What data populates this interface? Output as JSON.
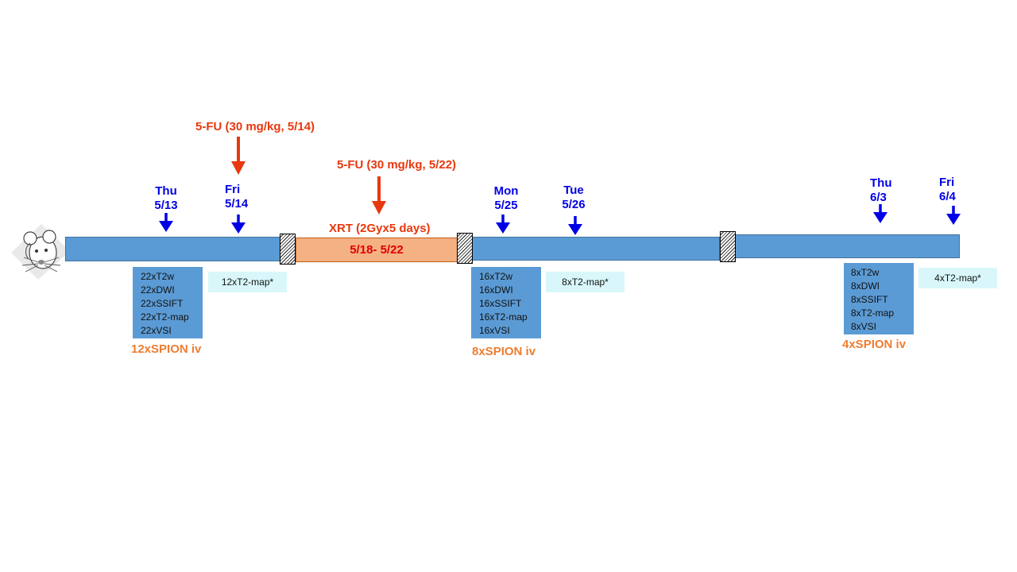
{
  "colors": {
    "timeline_blue": "#5b9bd5",
    "xrt_fill": "#f4b183",
    "day_arrow_blue": "#0000e6",
    "drug_red": "#e8380d",
    "spion_orange": "#ed7d31",
    "t2_box": "#d9f7fb"
  },
  "icons": {
    "start": "mouse-icon"
  },
  "drugs": {
    "first": "5-FU (30 mg/kg, 5/14)",
    "second": "5-FU (30 mg/kg, 5/22)"
  },
  "xrt": {
    "title": "XRT (2Gyx5 days)",
    "dates": "5/18- 5/22"
  },
  "days": {
    "d1": {
      "day": "Thu",
      "date": "5/13"
    },
    "d2": {
      "day": "Fri",
      "date": "5/14"
    },
    "d3": {
      "day": "Mon",
      "date": "5/25"
    },
    "d4": {
      "day": "Tue",
      "date": "5/26"
    },
    "d5": {
      "day": "Thu",
      "date": "6/3"
    },
    "d6": {
      "day": "Fri",
      "date": "6/4"
    }
  },
  "protocols": {
    "p1": [
      "22xT2w",
      "22xDWI",
      "22xSSIFT",
      "22xT2-map",
      "22xVSI"
    ],
    "p2": [
      "16xT2w",
      "16xDWI",
      "16xSSIFT",
      "16xT2-map",
      "16xVSI"
    ],
    "p3": [
      "8xT2w",
      "8xDWI",
      "8xSSIFT",
      "8xT2-map",
      "8xVSI"
    ]
  },
  "t2maps": {
    "m1": "12xT2-map*",
    "m2": "8xT2-map*",
    "m3": "4xT2-map*"
  },
  "spion": {
    "s1": "12xSPION iv",
    "s2": "8xSPION iv",
    "s3": "4xSPION iv"
  }
}
